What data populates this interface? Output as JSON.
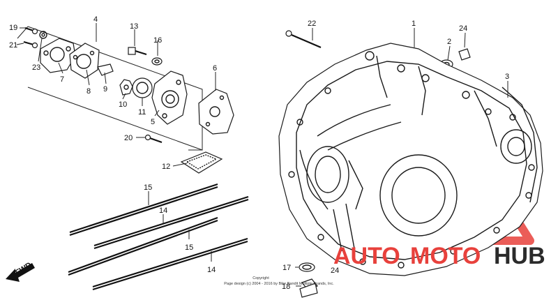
{
  "diagram": {
    "callouts": [
      {
        "id": "c1",
        "text": "1"
      },
      {
        "id": "c2",
        "text": "2"
      },
      {
        "id": "c3",
        "text": "3"
      },
      {
        "id": "c4",
        "text": "4"
      },
      {
        "id": "c5",
        "text": "5"
      },
      {
        "id": "c6",
        "text": "6"
      },
      {
        "id": "c7",
        "text": "7"
      },
      {
        "id": "c8",
        "text": "8"
      },
      {
        "id": "c9",
        "text": "9"
      },
      {
        "id": "c10",
        "text": "10"
      },
      {
        "id": "c11",
        "text": "11"
      },
      {
        "id": "c12",
        "text": "12"
      },
      {
        "id": "c13",
        "text": "13"
      },
      {
        "id": "c14a",
        "text": "14"
      },
      {
        "id": "c14b",
        "text": "14"
      },
      {
        "id": "c15a",
        "text": "15"
      },
      {
        "id": "c15b",
        "text": "15"
      },
      {
        "id": "c16",
        "text": "16"
      },
      {
        "id": "c17",
        "text": "17"
      },
      {
        "id": "c18",
        "text": "18"
      },
      {
        "id": "c19",
        "text": "19"
      },
      {
        "id": "c20",
        "text": "20"
      },
      {
        "id": "c21",
        "text": "21"
      },
      {
        "id": "c22",
        "text": "22"
      },
      {
        "id": "c23",
        "text": "23"
      },
      {
        "id": "c24a",
        "text": "24"
      },
      {
        "id": "c24b",
        "text": "24"
      }
    ],
    "fwd_label": "FWD",
    "copyright_line1": "Copyright",
    "copyright_line2": "Page design (c) 2004 - 2016 by Bike Bandit Multiple Brands, Inc.",
    "watermark": {
      "part1": "AUTO",
      "part2": "MOTO",
      "part3": "HUB",
      "color_red": "#e8413c",
      "color_dark": "#2b2b2b"
    }
  }
}
